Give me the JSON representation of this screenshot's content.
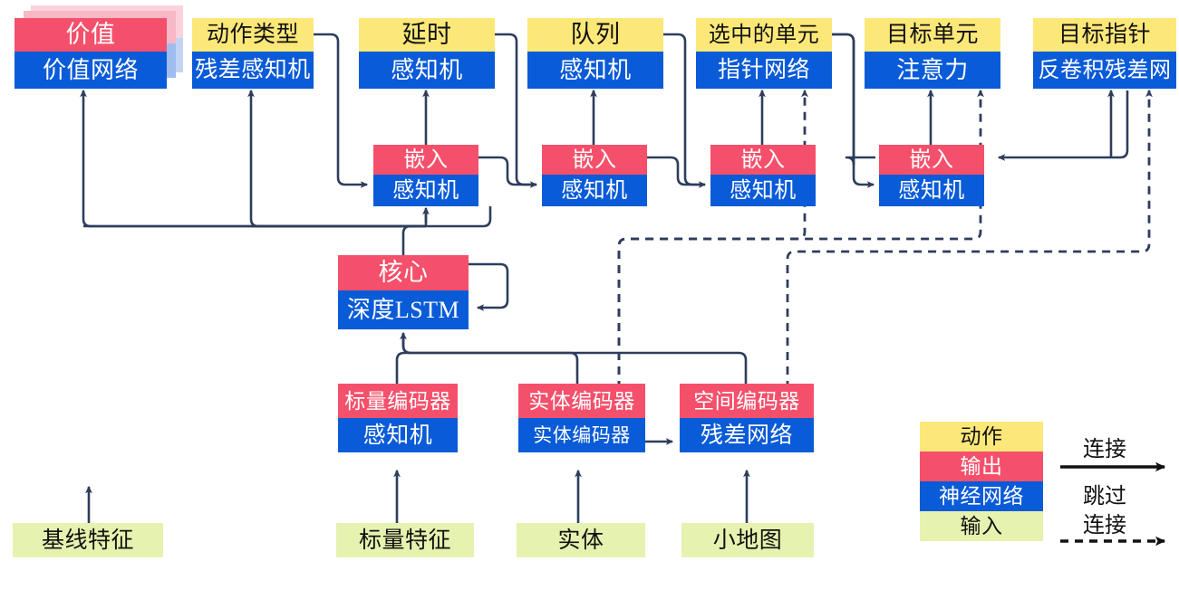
{
  "diagram": {
    "title": "AlphaStar-style policy network architecture (Chinese labels)",
    "palette": {
      "action": "#FCE879",
      "output": "#F4506B",
      "network": "#0A5BD7",
      "input": "#E6F2AF",
      "wire": "#2E3D5C"
    }
  },
  "heads": [
    {
      "id": "value",
      "action": "价值",
      "network": "价值网络"
    },
    {
      "id": "action_type",
      "action": "动作类型",
      "network": "残差感知机"
    },
    {
      "id": "delay",
      "action": "延时",
      "network": "感知机"
    },
    {
      "id": "queued",
      "action": "队列",
      "network": "感知机"
    },
    {
      "id": "selected_units",
      "action": "选中的单元",
      "network": "指针网络"
    },
    {
      "id": "target_unit",
      "action": "目标单元",
      "network": "注意力"
    },
    {
      "id": "target_point",
      "action": "目标指针",
      "network": "反卷积残差网"
    }
  ],
  "embeds": [
    {
      "id": "embed_delay",
      "output": "嵌入",
      "network": "感知机"
    },
    {
      "id": "embed_queued",
      "output": "嵌入",
      "network": "感知机"
    },
    {
      "id": "embed_selected_units",
      "output": "嵌入",
      "network": "感知机"
    },
    {
      "id": "embed_target_unit",
      "output": "嵌入",
      "network": "感知机"
    }
  ],
  "core": {
    "id": "core",
    "output": "核心",
    "network": "深度LSTM"
  },
  "encoders": [
    {
      "id": "scalar_encoder",
      "output": "标量编码器",
      "network": "感知机"
    },
    {
      "id": "entity_encoder",
      "output": "实体编码器",
      "network": "实体编码器"
    },
    {
      "id": "spatial_encoder",
      "output": "空间编码器",
      "network": "残差网络"
    }
  ],
  "inputs": [
    {
      "id": "baseline_features",
      "label": "基线特征"
    },
    {
      "id": "scalar_features",
      "label": "标量特征"
    },
    {
      "id": "entities",
      "label": "实体"
    },
    {
      "id": "minimap",
      "label": "小地图"
    }
  ],
  "legend": {
    "swatches": [
      {
        "id": "legend-action",
        "label": "动作",
        "kind": "action"
      },
      {
        "id": "legend-output",
        "label": "输出",
        "kind": "output"
      },
      {
        "id": "legend-network",
        "label": "神经网络",
        "kind": "net"
      },
      {
        "id": "legend-input",
        "label": "输入",
        "kind": "input"
      }
    ],
    "connection_label": "连接",
    "skip_label_line1": "跳过",
    "skip_label_line2": "连接"
  }
}
